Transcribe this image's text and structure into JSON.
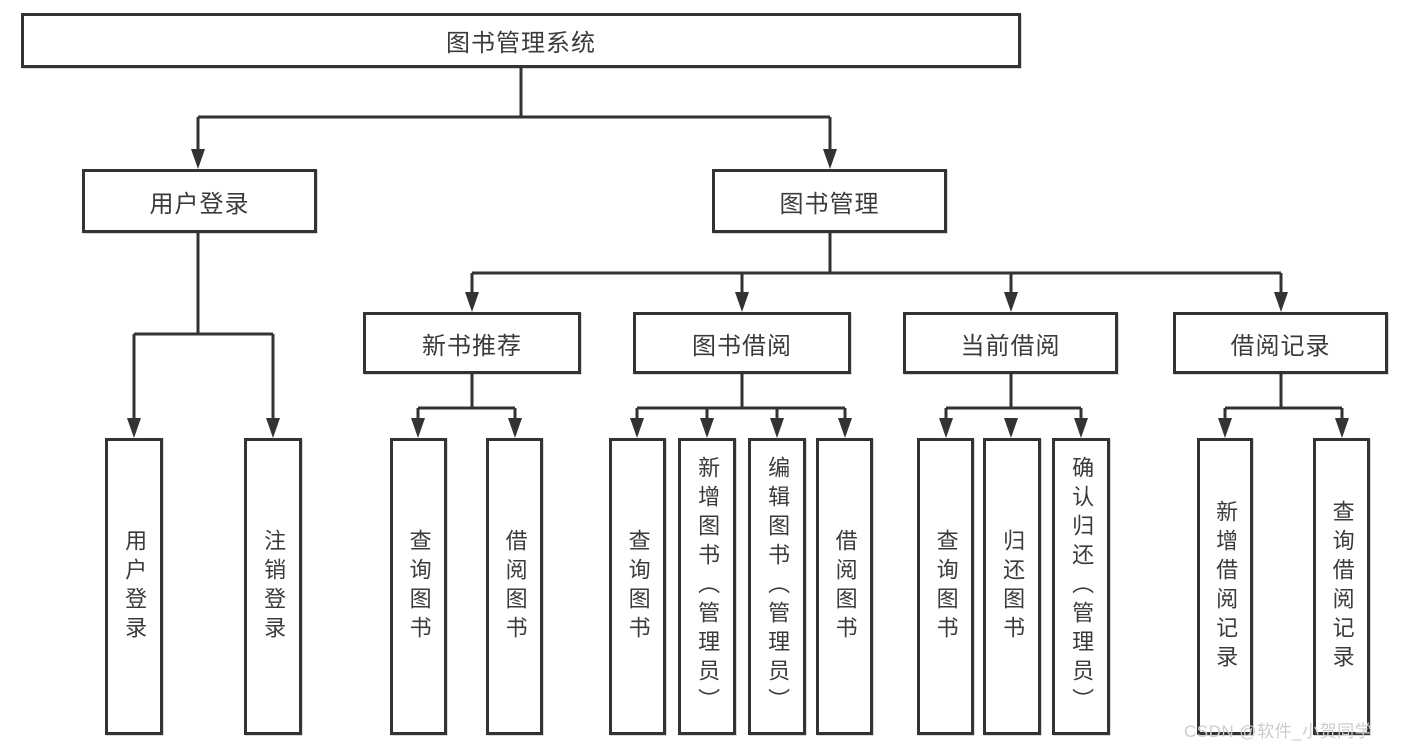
{
  "diagram": {
    "root": "图书管理系统",
    "level2": {
      "user_login": "用户登录",
      "book_management": "图书管理"
    },
    "user_login_children": {
      "login": "用户登录",
      "logout": "注销登录"
    },
    "level3": {
      "new_books": "新书推荐",
      "borrowing": "图书借阅",
      "current": "当前借阅",
      "records": "借阅记录"
    },
    "new_books_children": {
      "query": "查询图书",
      "borrow": "借阅图书"
    },
    "borrowing_children": {
      "query": "查询图书",
      "add": "新增图书（管理员）",
      "edit": "编辑图书（管理员）",
      "borrow": "借阅图书"
    },
    "current_children": {
      "query": "查询图书",
      "return": "归还图书",
      "confirm": "确认归还（管理员）"
    },
    "records_children": {
      "add": "新增借阅记录",
      "query": "查询借阅记录"
    }
  },
  "watermark": "CSDN @软件_小贺同学",
  "colors": {
    "line": "#333333",
    "text": "#3b3b3b",
    "box_fill": "#ffffff",
    "background": "#ffffff",
    "watermark": "#cccccc"
  }
}
